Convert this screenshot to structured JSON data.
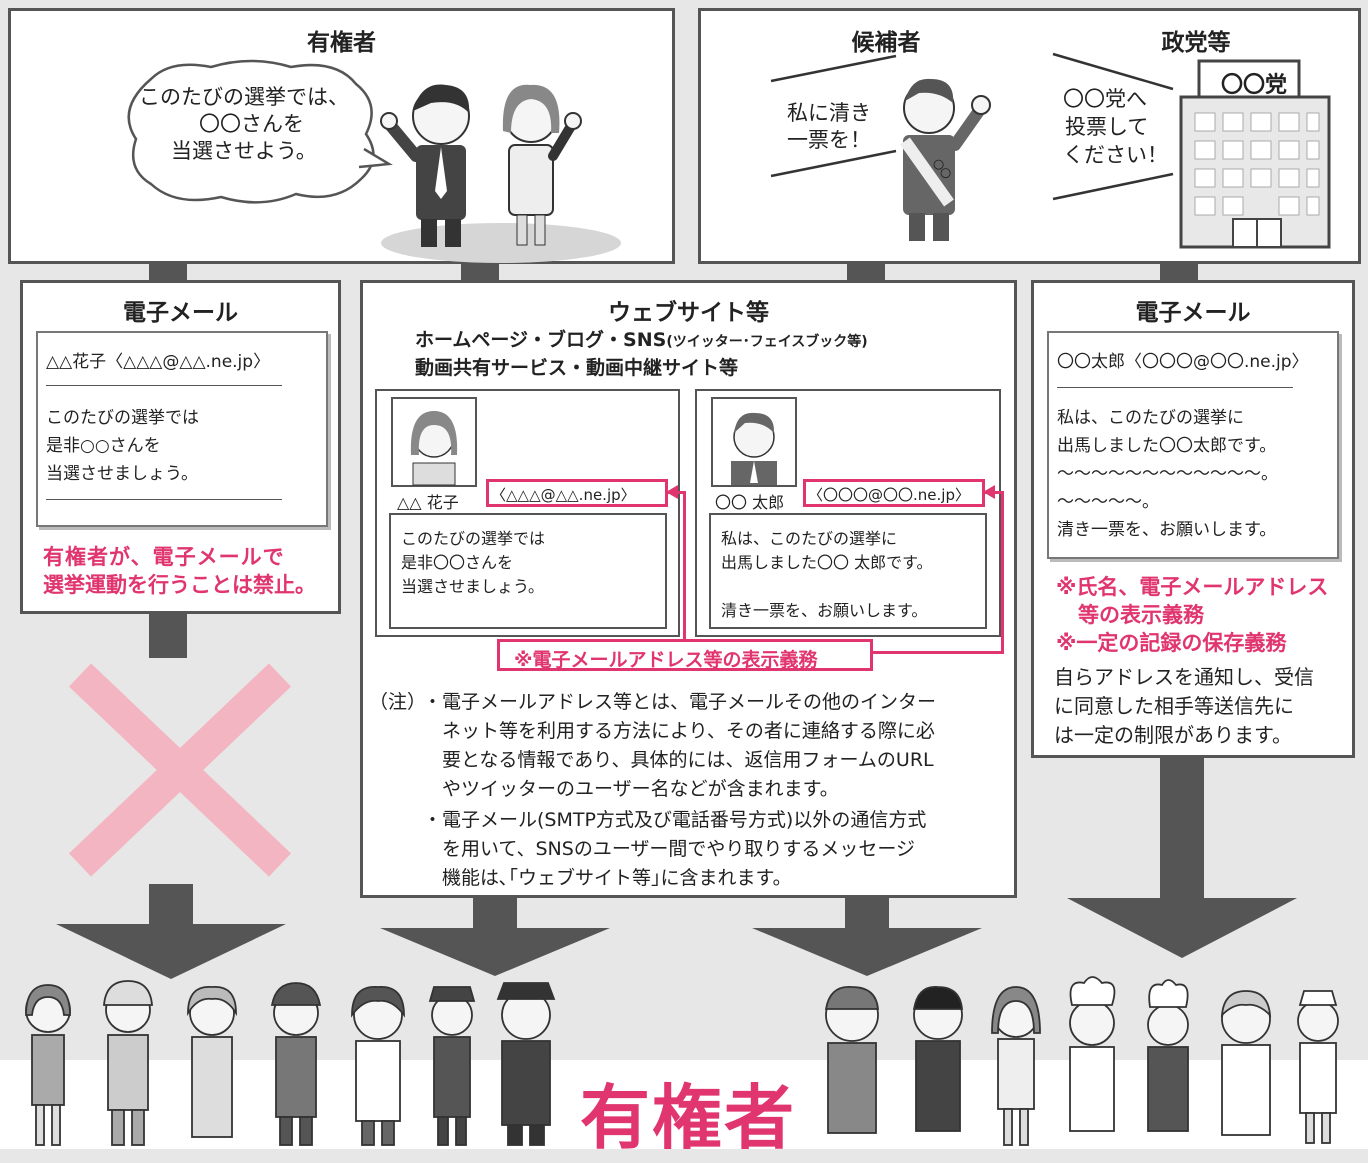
{
  "voters_top": {
    "title": "有権者",
    "speech": [
      "このたびの選挙では、",
      "〇〇さんを",
      "当選させよう。"
    ]
  },
  "candidate": {
    "title": "候補者",
    "speech": [
      "私に清き",
      "一票を！"
    ],
    "sash_label": "〇〇"
  },
  "party": {
    "title": "政党等",
    "speech": [
      "〇〇党へ",
      "投票して",
      "ください！"
    ],
    "sign": "〇〇党"
  },
  "email_voter": {
    "title": "電子メール",
    "header": "△△花子〈△△△@△△.ne.jp〉",
    "body": [
      "このたびの選挙では",
      "是非○○さんを",
      "当選させましょう。"
    ],
    "warning": [
      "有権者が、電子メールで",
      "選挙運動を行うことは禁止。"
    ]
  },
  "website": {
    "title": "ウェブサイト等",
    "subtitle1": "ホームページ・ブログ・SNS",
    "subtitle1_small": "(ツイッター･フェイスブック等)",
    "subtitle2": "動画共有サービス・動画中継サイト等",
    "post_left": {
      "name": "△△ 花子",
      "address": "〈△△△@△△.ne.jp〉",
      "body": [
        "このたびの選挙では",
        "是非〇〇さんを",
        "当選させましょう。"
      ]
    },
    "post_right": {
      "name": "〇〇 太郎",
      "address": "〈〇〇〇@〇〇.ne.jp〉",
      "body": [
        "私は、このたびの選挙に",
        "出馬しました〇〇 太郎です。",
        "",
        "清き一票を、お願いします。"
      ]
    },
    "obligation": "※電子メールアドレス等の表示義務",
    "note_label": "（注）",
    "note1": [
      "・電子メールアドレス等とは、電子メールその他のインター",
      "ネット等を利用する方法により、その者に連絡する際に必",
      "要となる情報であり、具体的には、返信用フォームのURL",
      "やツイッターのユーザー名などが含まれます。"
    ],
    "note2": [
      "・電子メール(SMTP方式及び電話番号方式)以外の通信方式",
      "を用いて、SNSのユーザー間でやり取りするメッセージ",
      "機能は､｢ウェブサイト等｣に含まれます。"
    ]
  },
  "email_candidate": {
    "title": "電子メール",
    "header": "〇〇太郎〈〇〇〇@〇〇.ne.jp〉",
    "body": [
      "私は、このたびの選挙に",
      "出馬しました〇〇太郎です。",
      "〜〜〜〜〜〜〜〜〜〜〜〜。",
      "〜〜〜〜〜。",
      "清き一票を、お願いします。"
    ],
    "duty1": [
      "※氏名、電子メールアドレス",
      "等の表示義務"
    ],
    "duty2": "※一定の記録の保存義務",
    "note": [
      "自らアドレスを通知し、受信",
      "に同意した相手等送信先に",
      "は一定の制限があります。"
    ]
  },
  "voters_bottom": {
    "label": "有権者"
  },
  "colors": {
    "accent": "#e0356e",
    "box_border": "#555555",
    "arrow": "#555555",
    "cross": "#f4b5c2"
  }
}
